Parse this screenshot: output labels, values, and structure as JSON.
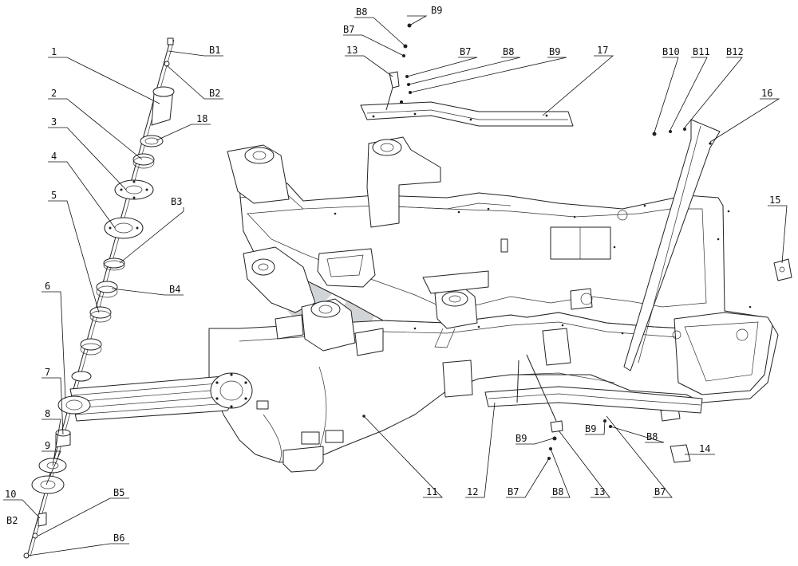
{
  "drawing": {
    "callouts": [
      {
        "id": "1",
        "text": "1"
      },
      {
        "id": "2",
        "text": "2"
      },
      {
        "id": "3",
        "text": "3"
      },
      {
        "id": "4",
        "text": "4"
      },
      {
        "id": "5",
        "text": "5"
      },
      {
        "id": "6",
        "text": "6"
      },
      {
        "id": "7",
        "text": "7"
      },
      {
        "id": "8",
        "text": "8"
      },
      {
        "id": "9",
        "text": "9"
      },
      {
        "id": "10",
        "text": "10"
      },
      {
        "id": "11",
        "text": "11"
      },
      {
        "id": "12",
        "text": "12"
      },
      {
        "id": "13a",
        "text": "13"
      },
      {
        "id": "13b",
        "text": "13"
      },
      {
        "id": "14",
        "text": "14"
      },
      {
        "id": "15",
        "text": "15"
      },
      {
        "id": "16",
        "text": "16"
      },
      {
        "id": "17",
        "text": "17"
      },
      {
        "id": "18",
        "text": "18"
      },
      {
        "id": "B1",
        "text": "B1"
      },
      {
        "id": "B2a",
        "text": "B2"
      },
      {
        "id": "B2b",
        "text": "B2"
      },
      {
        "id": "B3",
        "text": "B3"
      },
      {
        "id": "B4",
        "text": "B4"
      },
      {
        "id": "B5",
        "text": "B5"
      },
      {
        "id": "B6",
        "text": "B6"
      },
      {
        "id": "B7a",
        "text": "B7"
      },
      {
        "id": "B7b",
        "text": "B7"
      },
      {
        "id": "B7c",
        "text": "B7"
      },
      {
        "id": "B7d",
        "text": "B7"
      },
      {
        "id": "B8a",
        "text": "B8"
      },
      {
        "id": "B8b",
        "text": "B8"
      },
      {
        "id": "B8c",
        "text": "B8"
      },
      {
        "id": "B8d",
        "text": "B8"
      },
      {
        "id": "B9a",
        "text": "B9"
      },
      {
        "id": "B9b",
        "text": "B9"
      },
      {
        "id": "B9c",
        "text": "B9"
      },
      {
        "id": "B9d",
        "text": "B9"
      },
      {
        "id": "B10",
        "text": "B10"
      },
      {
        "id": "B11",
        "text": "B11"
      },
      {
        "id": "B12",
        "text": "B12"
      }
    ]
  },
  "colors": {
    "line": "#222222",
    "watermark": "#c9cdcf",
    "background": "#ffffff"
  }
}
